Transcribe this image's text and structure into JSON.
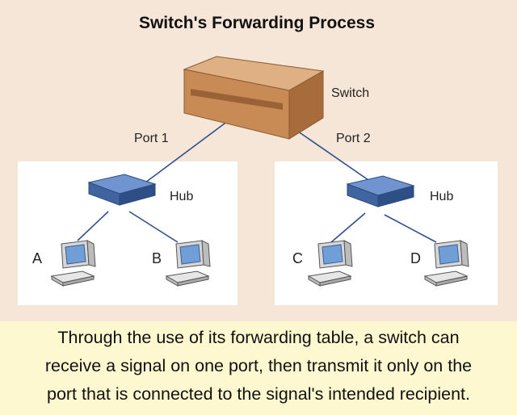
{
  "diagram": {
    "title": "Switch's Forwarding Process",
    "switch_label": "Switch",
    "port1_label": "Port 1",
    "port2_label": "Port 2",
    "hub_left_label": "Hub",
    "hub_right_label": "Hub",
    "computers": {
      "a": "A",
      "b": "B",
      "c": "C",
      "d": "D"
    },
    "colors": {
      "background": "#f5e6d8",
      "panel": "#ffffff",
      "switch": "#c98b55",
      "hub": "#4a6ea8",
      "link": "#2f4f8f",
      "caption_bg": "#fdf8cf"
    }
  },
  "caption": {
    "line1": "Through the use of its forwarding table, a switch can",
    "line2": "receive a signal on one port, then transmit it only on the",
    "line3": "port that is connected to the signal's intended recipient."
  }
}
